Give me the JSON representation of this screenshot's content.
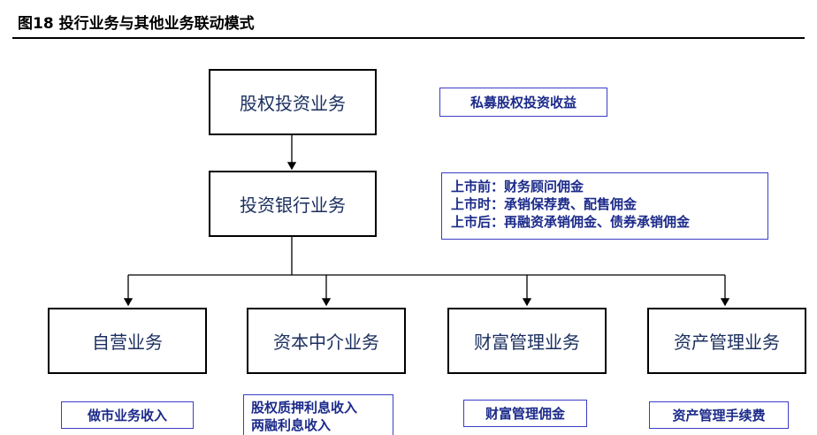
{
  "figure": {
    "title": "图18  投行业务与其他业务联动模式"
  },
  "nodes": {
    "private_equity": "股权投资业务",
    "investment_banking": "投资银行业务",
    "proprietary": "自营业务",
    "capital_intermediary": "资本中介业务",
    "wealth_management": "财富管理业务",
    "asset_management": "资产管理业务"
  },
  "notes": {
    "private_equity": "私募股权投资收益",
    "investment_banking": [
      "上市前：财务顾问佣金",
      "上市时：承销保荐费、配售佣金",
      "上市后：再融资承销佣金、债券承销佣金"
    ],
    "proprietary": "做市业务收入",
    "capital_intermediary": [
      "股权质押利息收入",
      "两融利息收入"
    ],
    "wealth_management": "财富管理佣金",
    "asset_management": "资产管理手续费"
  },
  "colors": {
    "node_text": "#1a2e5e",
    "note_text": "#1b2a8a",
    "note_border": "#3b3dc4",
    "line": "#000000"
  }
}
